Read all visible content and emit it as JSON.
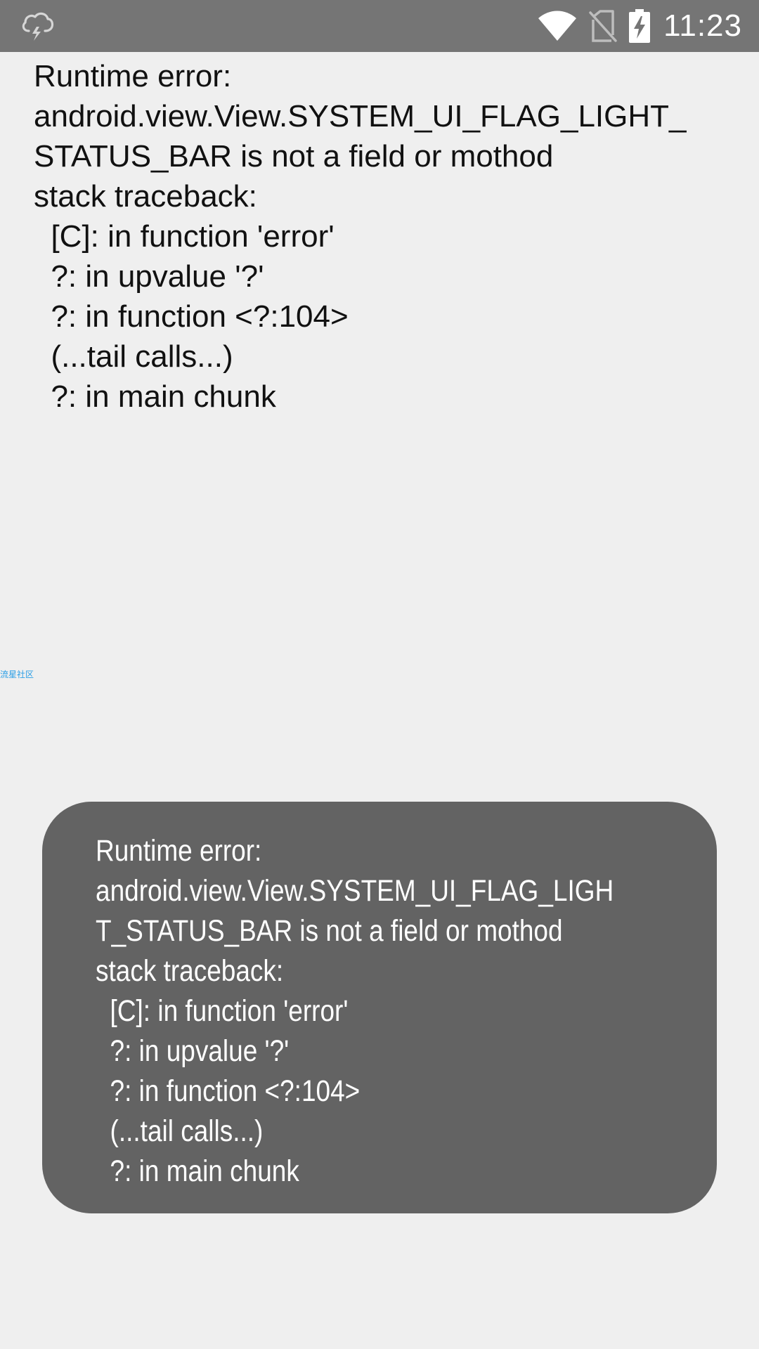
{
  "status_bar": {
    "left_icon": "cloud-lightning-icon",
    "icons": [
      "wifi-icon",
      "no-sim-icon",
      "battery-charging-icon"
    ],
    "time": "11:23",
    "background": "#757575"
  },
  "error": {
    "text": "Runtime error:\nandroid.view.View.SYSTEM_UI_FLAG_LIGHT_\nSTATUS_BAR is not a field or mothod\nstack traceback:\n  [C]: in function 'error'\n  ?: in upvalue '?'\n  ?: in function <?:104>\n  (...tail calls...)\n  ?: in main chunk"
  },
  "watermark": {
    "text": "流星社区",
    "color": "#2a9ee6"
  },
  "toast": {
    "text": "Runtime error:\nandroid.view.View.SYSTEM_UI_FLAG_LIGH\nT_STATUS_BAR is not a field or mothod\nstack traceback:\n  [C]: in function 'error'\n  ?: in upvalue '?'\n  ?: in function <?:104>\n  (...tail calls...)\n  ?: in main chunk",
    "background": "#636363"
  }
}
